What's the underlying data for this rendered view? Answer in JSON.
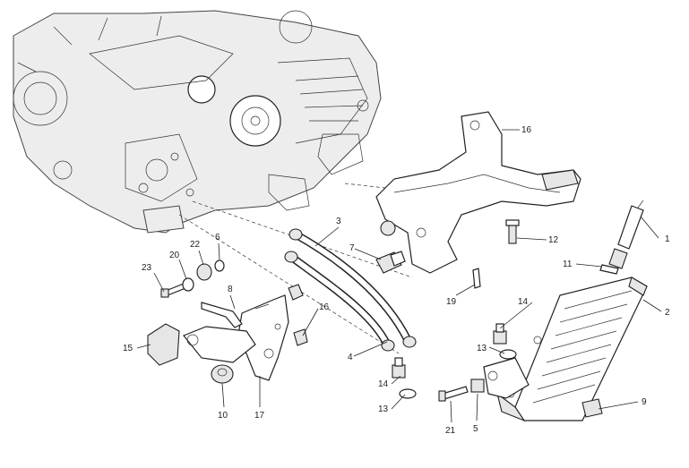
{
  "callouts": [
    {
      "id": "c1",
      "text": "1"
    },
    {
      "id": "c2",
      "text": "2"
    },
    {
      "id": "c3",
      "text": "3"
    },
    {
      "id": "c4",
      "text": "4"
    },
    {
      "id": "c5",
      "text": "5"
    },
    {
      "id": "c6",
      "text": "6"
    },
    {
      "id": "c7",
      "text": "7"
    },
    {
      "id": "c8",
      "text": "8"
    },
    {
      "id": "c9",
      "text": "9"
    },
    {
      "id": "c10",
      "text": "10"
    },
    {
      "id": "c11",
      "text": "11"
    },
    {
      "id": "c12",
      "text": "12"
    },
    {
      "id": "c13a",
      "text": "13"
    },
    {
      "id": "c13b",
      "text": "13"
    },
    {
      "id": "c14a",
      "text": "14"
    },
    {
      "id": "c14b",
      "text": "14"
    },
    {
      "id": "c15",
      "text": "15"
    },
    {
      "id": "c16a",
      "text": "16"
    },
    {
      "id": "c16b",
      "text": "16"
    },
    {
      "id": "c17",
      "text": "17"
    },
    {
      "id": "c19",
      "text": "19"
    },
    {
      "id": "c20",
      "text": "20"
    },
    {
      "id": "c21",
      "text": "21"
    },
    {
      "id": "c22",
      "text": "22"
    },
    {
      "id": "c23",
      "text": "23"
    }
  ]
}
